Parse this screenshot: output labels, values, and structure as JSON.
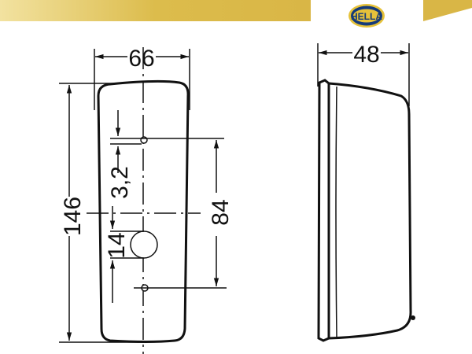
{
  "brand": {
    "logo_text": "HELLA",
    "band_color": "#dcbc4c",
    "logo_blue": "#143a7a",
    "logo_gold": "#e6c23a"
  },
  "front_view": {
    "width_label": "66",
    "height_label": "146",
    "hole_spacing_label": "84",
    "hole_diameter_label": "3,2",
    "bulb_hole_label": "14"
  },
  "side_view": {
    "depth_label": "48"
  }
}
